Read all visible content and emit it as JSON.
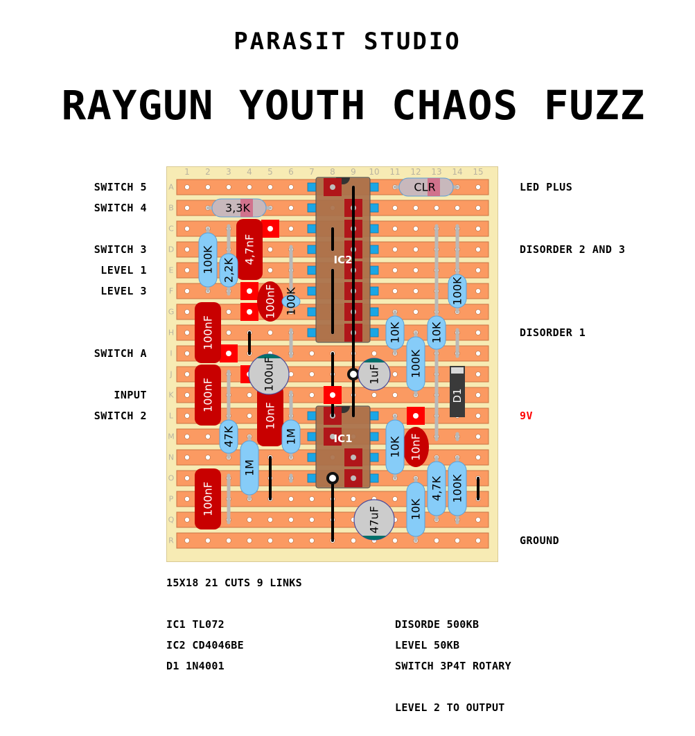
{
  "header": {
    "studio": "PARASIT STUDIO",
    "title": "RAYGUN YOUTH CHAOS FUZZ"
  },
  "colors": {
    "board": "#f7ebb4",
    "board_border": "#d8c994",
    "strip": "#fb9a62",
    "strip_border": "#c87444",
    "hole": "#ffffff",
    "cut": "#1aa6e6",
    "resistor": "#86ccf8",
    "resistor_border": "#5aa0d8",
    "film_cap": "#c80000",
    "pad": "#ff0000",
    "ic_body": "#a9704a",
    "ic_pin": "#b0161a",
    "link": "#000000",
    "wire_grey": "#b8b8b8",
    "diode": "#3a3a3a",
    "electrolytic": "#cccccc",
    "electrolytic_band": "#00706a",
    "power_label": "#ff0000"
  },
  "board": {
    "columns": [
      "1",
      "2",
      "3",
      "4",
      "5",
      "6",
      "7",
      "8",
      "9",
      "10",
      "11",
      "12",
      "13",
      "14",
      "15"
    ],
    "rows": [
      "A",
      "B",
      "C",
      "D",
      "E",
      "F",
      "G",
      "H",
      "I",
      "J",
      "K",
      "L",
      "M",
      "N",
      "O",
      "P",
      "Q",
      "R"
    ]
  },
  "left_labels": [
    {
      "text": "SWITCH 5",
      "row": "A"
    },
    {
      "text": "SWITCH 4",
      "row": "B"
    },
    {
      "text": "SWITCH 3",
      "row": "D"
    },
    {
      "text": "LEVEL 1",
      "row": "E"
    },
    {
      "text": "LEVEL 3",
      "row": "F"
    },
    {
      "text": "SWITCH A",
      "row": "I"
    },
    {
      "text": "INPUT",
      "row": "K"
    },
    {
      "text": "SWITCH 2",
      "row": "L"
    }
  ],
  "right_labels": [
    {
      "text": "LED PLUS",
      "row": "A"
    },
    {
      "text": "DISORDER 2 AND 3",
      "row": "D"
    },
    {
      "text": "DISORDER 1",
      "row": "H"
    },
    {
      "text": "9V",
      "row": "L",
      "red": true
    },
    {
      "text": "GROUND",
      "row": "R"
    }
  ],
  "cuts": [
    [
      7,
      "A"
    ],
    [
      10,
      "A"
    ],
    [
      7,
      "B"
    ],
    [
      10,
      "B"
    ],
    [
      7,
      "C"
    ],
    [
      10,
      "C"
    ],
    [
      7,
      "D"
    ],
    [
      10,
      "D"
    ],
    [
      7,
      "E"
    ],
    [
      10,
      "E"
    ],
    [
      7,
      "F"
    ],
    [
      10,
      "F"
    ],
    [
      7,
      "G"
    ],
    [
      10,
      "G"
    ],
    [
      7,
      "H"
    ],
    [
      10,
      "H"
    ],
    [
      7,
      "L"
    ],
    [
      10,
      "L"
    ],
    [
      7,
      "M"
    ],
    [
      10,
      "M"
    ],
    [
      7,
      "N"
    ],
    [
      10,
      "N"
    ],
    [
      7,
      "O"
    ],
    [
      10,
      "O"
    ]
  ],
  "ics": [
    {
      "label": "IC2",
      "col": 8,
      "row_from": "A",
      "row_to": "H",
      "pins_left": [
        "A"
      ],
      "pins_right": [
        "B",
        "C",
        "D",
        "E",
        "F",
        "G",
        "H"
      ]
    },
    {
      "label": "IC1",
      "col": 8,
      "row_from": "L",
      "row_to": "O",
      "pins_left": [
        "L",
        "M"
      ],
      "pins_right": [
        "N",
        "O"
      ]
    }
  ],
  "pads": [
    [
      5,
      "C"
    ],
    [
      4,
      "F"
    ],
    [
      4,
      "G"
    ],
    [
      3,
      "I"
    ],
    [
      4,
      "J"
    ],
    [
      8,
      "K"
    ],
    [
      12,
      "L"
    ]
  ],
  "links": [
    {
      "col": 9,
      "from": "A",
      "to": "L"
    },
    {
      "col": 8,
      "from": "C",
      "to": "D"
    },
    {
      "col": 8,
      "from": "E",
      "to": "H"
    },
    {
      "col": 4,
      "from": "H",
      "to": "I"
    },
    {
      "col": 8,
      "from": "I",
      "to": "L"
    },
    {
      "col": 5,
      "from": "N",
      "to": "P"
    },
    {
      "col": 8,
      "from": "O",
      "to": "R"
    },
    {
      "col": 15,
      "from": "O",
      "to": "P"
    }
  ],
  "junctions": [
    [
      9,
      "J"
    ],
    [
      8,
      "O"
    ]
  ],
  "grey_wires": [
    {
      "col": 3,
      "from": "C",
      "to": "F"
    },
    {
      "col": 6,
      "from": "D",
      "to": "F"
    },
    {
      "col": 13,
      "from": "C",
      "to": "G"
    },
    {
      "col": 14,
      "from": "C",
      "to": "E"
    },
    {
      "col": 6,
      "from": "H",
      "to": "I"
    },
    {
      "col": 3,
      "from": "J",
      "to": "L"
    },
    {
      "col": 14,
      "from": "H",
      "to": "I"
    },
    {
      "col": 13,
      "from": "I",
      "to": "M"
    },
    {
      "col": 6,
      "from": "K",
      "to": "L"
    },
    {
      "col": 3,
      "from": "O",
      "to": "Q"
    },
    {
      "col": 6,
      "from": "O",
      "to": "O"
    },
    {
      "col": 14,
      "from": "M",
      "to": "M"
    },
    {
      "col": 14,
      "from": "P",
      "to": "Q"
    }
  ],
  "resistors_h": [
    {
      "label": "3,3K",
      "row": "B",
      "col_from": 2,
      "col_to": 5
    },
    {
      "label": "CLR",
      "row": "A",
      "col_from": 11,
      "col_to": 14
    }
  ],
  "resistors_v": [
    {
      "label": "100K",
      "col": 2,
      "from": "C",
      "to": "F"
    },
    {
      "label": "2,2K",
      "col": 3,
      "from": "D",
      "to": "F"
    },
    {
      "label": "100K",
      "col": 6,
      "from": "F",
      "to": "G"
    },
    {
      "label": "100K",
      "col": 14,
      "from": "E",
      "to": "G"
    },
    {
      "label": "10K",
      "col": 11,
      "from": "G",
      "to": "I"
    },
    {
      "label": "10K",
      "col": 13,
      "from": "G",
      "to": "I"
    },
    {
      "label": "100K",
      "col": 12,
      "from": "H",
      "to": "K"
    },
    {
      "label": "1M",
      "col": 6,
      "from": "L",
      "to": "N"
    },
    {
      "label": "47K",
      "col": 3,
      "from": "L",
      "to": "N"
    },
    {
      "label": "1M",
      "col": 4,
      "from": "M",
      "to": "P"
    },
    {
      "label": "10K",
      "col": 11,
      "from": "L",
      "to": "O"
    },
    {
      "label": "4,7K",
      "col": 13,
      "from": "N",
      "to": "Q"
    },
    {
      "label": "100K",
      "col": 14,
      "from": "N",
      "to": "Q"
    },
    {
      "label": "10K",
      "col": 12,
      "from": "O",
      "to": "R"
    }
  ],
  "film_caps": [
    {
      "label": "4,7nF",
      "col": 4,
      "from": "C",
      "to": "E",
      "shape": "rect"
    },
    {
      "label": "100nF",
      "col": 5,
      "from": "F",
      "to": "G",
      "shape": "oval"
    },
    {
      "label": "100nF",
      "col": 2,
      "from": "G",
      "to": "I",
      "shape": "rect"
    },
    {
      "label": "100nF",
      "col": 2,
      "from": "J",
      "to": "L",
      "shape": "rect"
    },
    {
      "label": "10nF",
      "col": 5,
      "from": "K",
      "to": "M",
      "shape": "rect"
    },
    {
      "label": "10nF",
      "col": 12,
      "from": "M",
      "to": "N",
      "shape": "oval"
    },
    {
      "label": "100nF",
      "col": 2,
      "from": "O",
      "to": "Q",
      "shape": "rect"
    }
  ],
  "electrolytics": [
    {
      "label": "100uF",
      "col": 5,
      "row": "J",
      "r": 29,
      "band": "top"
    },
    {
      "label": "1uF",
      "col": 10,
      "row": "J",
      "r": 23,
      "band": "top"
    },
    {
      "label": "47uF",
      "col": 10,
      "row": "Q",
      "r": 29,
      "band": "bottom"
    }
  ],
  "diodes": [
    {
      "label": "D1",
      "col": 14,
      "from": "J",
      "to": "L"
    }
  ],
  "notes": {
    "board_info": "15X18 21 CUTS 9 LINKS",
    "parts_left": [
      "IC1 TL072",
      "IC2 CD4046BE",
      "D1 1N4001"
    ],
    "parts_right": [
      "DISORDE 500KB",
      "LEVEL 50KB",
      "SWITCH 3P4T ROTARY"
    ],
    "footer": "LEVEL 2 TO OUTPUT"
  }
}
